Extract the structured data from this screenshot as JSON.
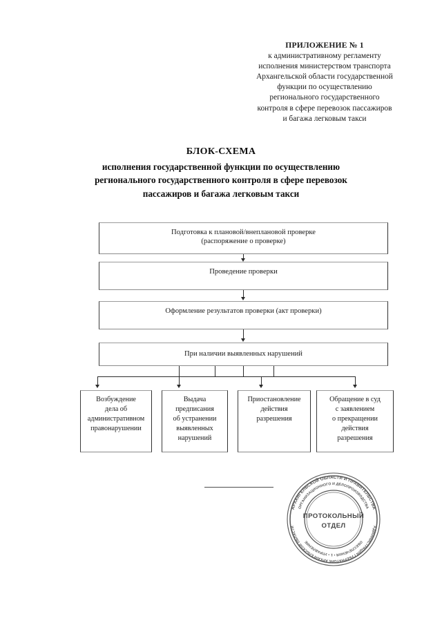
{
  "appendix": {
    "title": "ПРИЛОЖЕНИЕ № 1",
    "lines": [
      "к административному регламенту",
      "исполнения министерством транспорта",
      "Архангельской области государственной",
      "функции по осуществлению",
      "регионального государственного",
      "контроля в сфере перевозок пассажиров",
      "и багажа легковым такси"
    ]
  },
  "doc_title": {
    "main": "БЛОК-СХЕМА",
    "lines": [
      "исполнения государственной функции по осуществлению",
      "регионального государственного контроля в сфере перевозок",
      "пассажиров и багажа легковым такси"
    ]
  },
  "flowchart": {
    "nodes": [
      {
        "id": "preparation",
        "lines": [
          "Подготовка к плановой/внеплановой проверке",
          "(распоряжение о проверке)"
        ]
      },
      {
        "id": "inspection",
        "lines": [
          "Проведение проверки"
        ]
      },
      {
        "id": "results",
        "lines": [
          "Оформление результатов проверки (акт проверки)"
        ]
      },
      {
        "id": "violations",
        "lines": [
          "При наличии выявленных нарушений"
        ]
      }
    ],
    "outcomes": [
      {
        "id": "administrative-case",
        "lines": [
          "Возбуждение",
          "дела об",
          "административном",
          "правонарушении"
        ]
      },
      {
        "id": "order-issue",
        "lines": [
          "Выдача",
          "предписания",
          "об устранении",
          "выявленных",
          "нарушений"
        ]
      },
      {
        "id": "suspension",
        "lines": [
          "Приостановление",
          "действия",
          "разрешения"
        ]
      },
      {
        "id": "court-appeal",
        "lines": [
          "Обращение в суд",
          "с заявлением",
          "о прекращении",
          "действия",
          "разрешения"
        ]
      }
    ]
  },
  "stamp": {
    "center_line_1": "ПРОТОКОЛЬНЫЙ",
    "center_line_2": "ОТДЕЛ",
    "ring_top": "АРХАНГЕЛЬСКОЙ ОБЛАСТИ И ПРАВИТЕЛЬСТВА",
    "ring_top_inner": "ОРГАНИЗАЦИОННОГО И ДЕЛОПРОИЗВОДСТВА",
    "ring_bottom": "АДМИНИСТРАЦИЯ ГУБЕРНАТОРА АРХАНГЕЛЬСКОЙ ОБЛАСТИ",
    "ring_bottom_inner": "ОБЕСПЕЧЕНИЯ • 1 • УПРАВЛЕНИЕ"
  },
  "colors": {
    "ink": "#1a1a1a",
    "border_dark": "#3a3a3a",
    "border_light": "#9a9a9a",
    "connector": "#2b2b2b"
  }
}
